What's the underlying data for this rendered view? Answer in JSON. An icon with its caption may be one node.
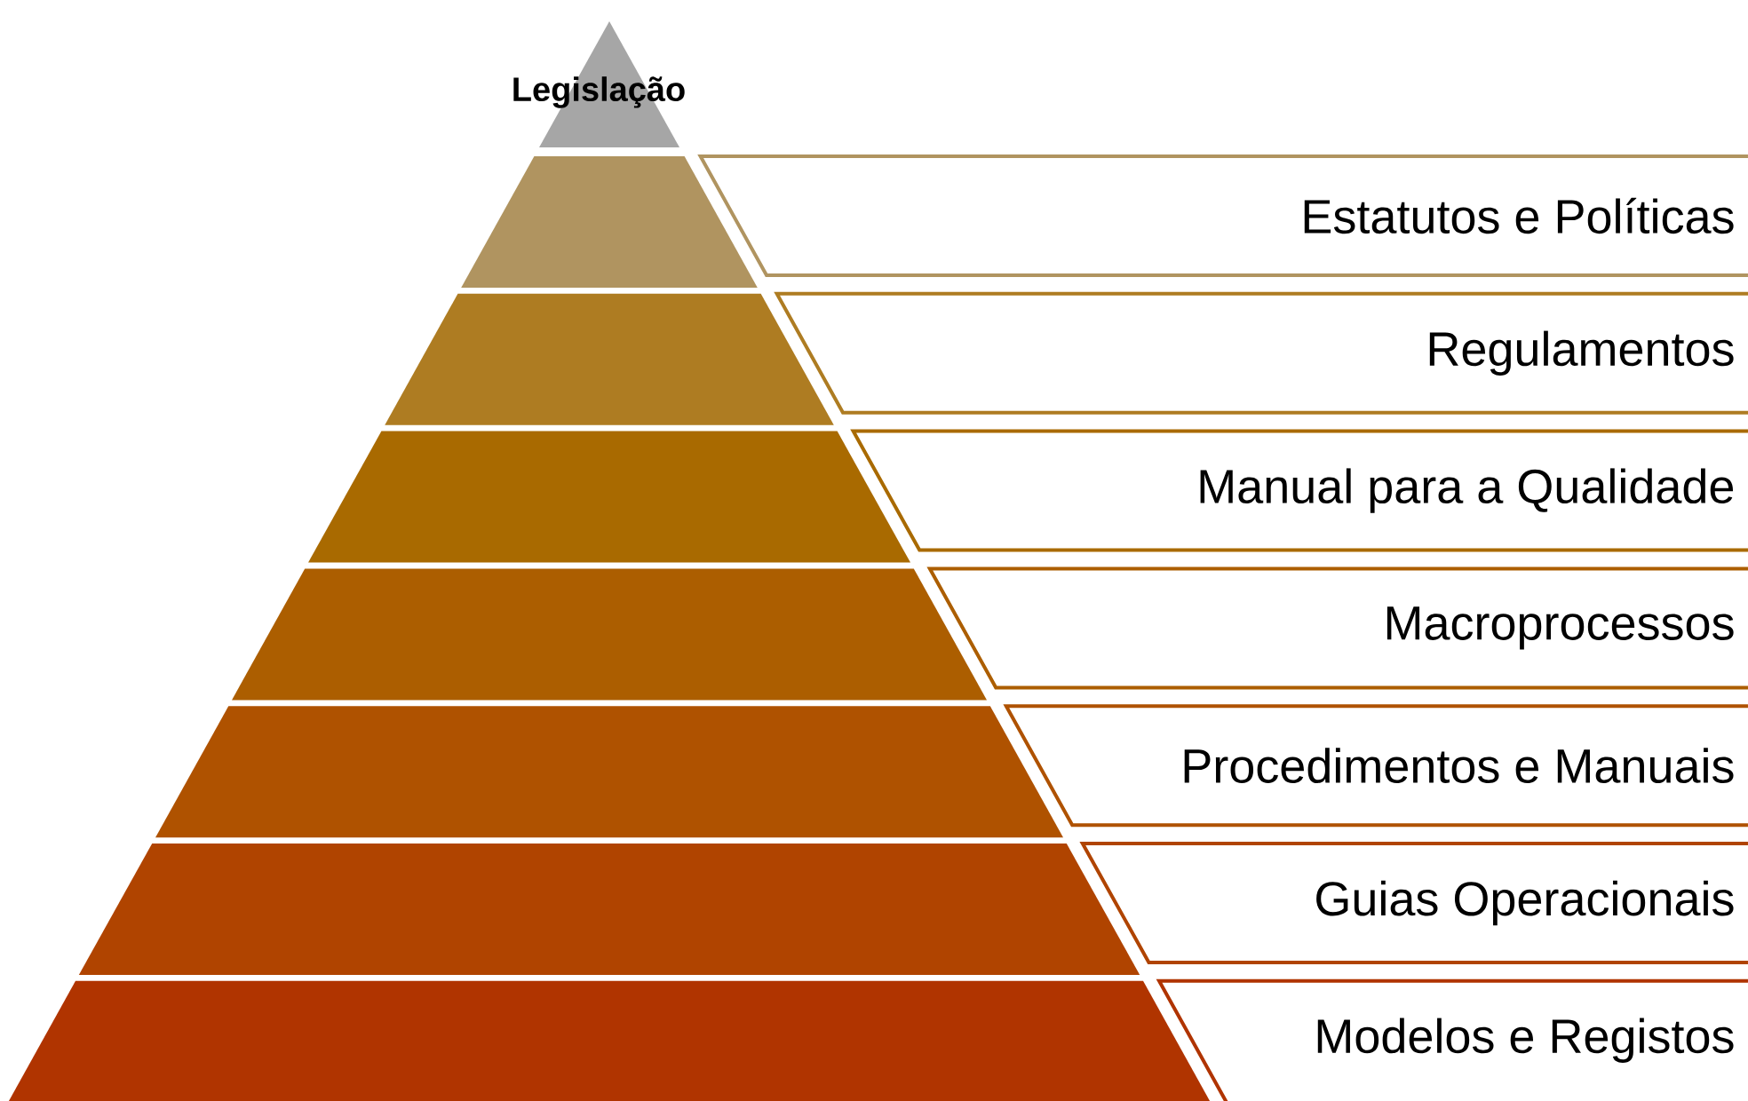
{
  "diagram": {
    "nodes": [
      {
        "text": [
          "Legislação"
        ]
      },
      {
        "text": [
          "Estatutos e Políticas"
        ]
      },
      {
        "text": [
          "Regulamentos"
        ]
      },
      {
        "text": [
          "Manual para a Qualidade"
        ]
      },
      {
        "text": [
          "Macroprocessos"
        ]
      },
      {
        "text": [
          "Procedimentos e Manuais"
        ]
      },
      {
        "text": [
          "Guias Operacionais"
        ]
      },
      {
        "text": [
          "Modelos e Registos"
        ]
      }
    ]
  }
}
